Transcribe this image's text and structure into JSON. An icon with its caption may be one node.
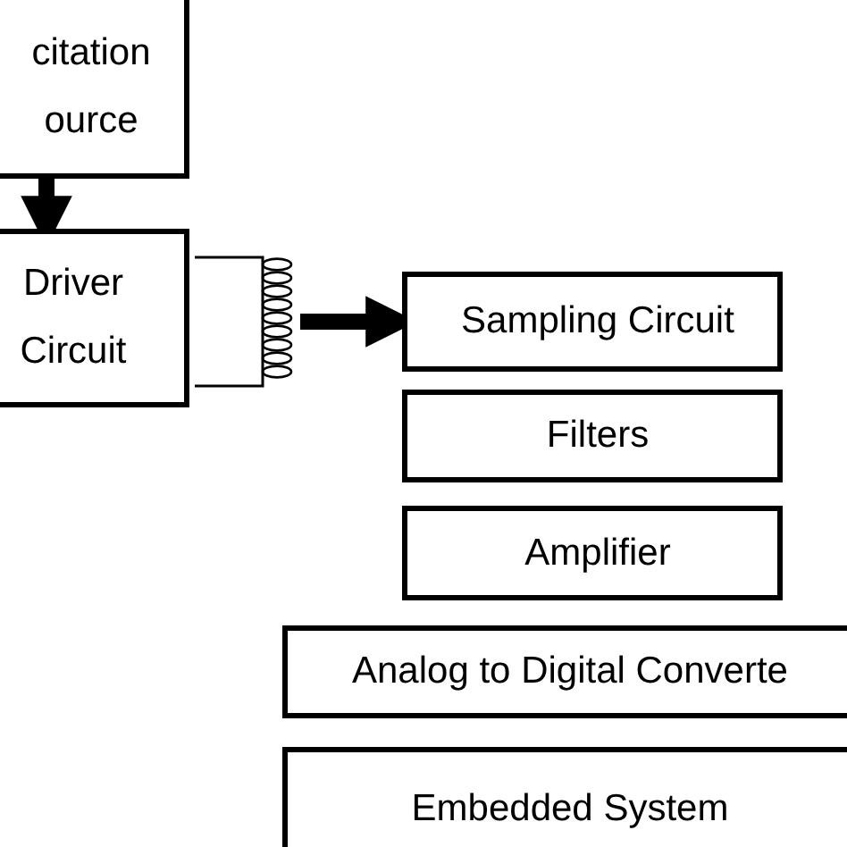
{
  "diagram": {
    "nodes": [
      {
        "text": [
          "citation ource"
        ]
      },
      {
        "text": [
          "Driver Circuit"
        ]
      },
      {
        "text": [],
        "shape": "coil"
      },
      {
        "text": [
          "Sampling Circuit"
        ]
      },
      {
        "text": [
          "Filters"
        ]
      },
      {
        "text": [
          "Amplifier"
        ]
      },
      {
        "text": [
          "Analog to Digital Converte"
        ]
      },
      {
        "text": [
          "Embedded System"
        ]
      }
    ],
    "edges": [
      {
        "from": 0,
        "to": 1,
        "arrow": "to"
      },
      {
        "from": 2,
        "to": 3,
        "arrow": "to"
      }
    ]
  }
}
